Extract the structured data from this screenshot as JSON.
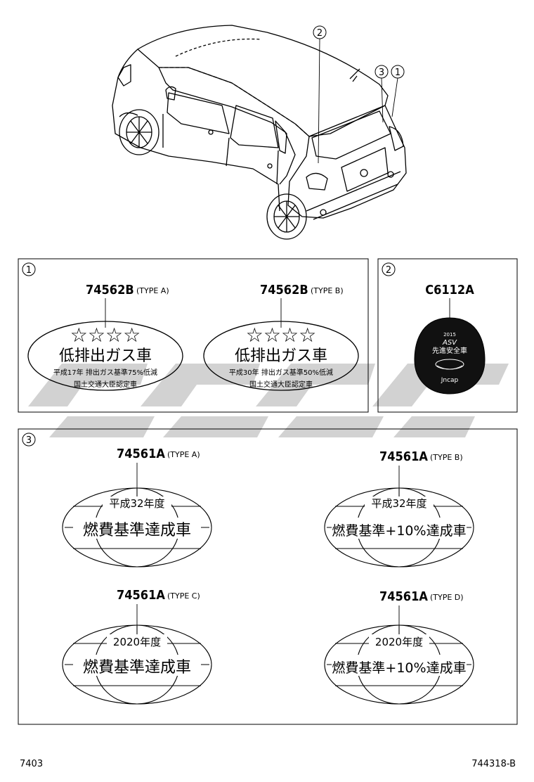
{
  "car": {
    "callouts": [
      "2",
      "3",
      "1"
    ]
  },
  "panels": [
    {
      "id": "1",
      "labels": [
        {
          "code": "74562B",
          "type": "(TYPE A)",
          "stars": "☆☆☆☆",
          "main": "低排出ガス車",
          "line1": "平成17年 排出ガス基準75%低減",
          "line2": "国土交通大臣認定車"
        },
        {
          "code": "74562B",
          "type": "(TYPE B)",
          "stars": "☆☆☆☆",
          "main": "低排出ガス車",
          "line1": "平成30年 排出ガス基準50%低減",
          "line2": "国土交通大臣認定車"
        }
      ]
    },
    {
      "id": "2",
      "labels": [
        {
          "code": "C6112A",
          "type": "",
          "year": "2015",
          "brand": "ASV",
          "main": "先進安全車",
          "sub": "Jncap"
        }
      ]
    },
    {
      "id": "3",
      "labels": [
        {
          "code": "74561A",
          "type": "(TYPE A)",
          "year": "平成32年度",
          "main": "燃費基準達成車"
        },
        {
          "code": "74561A",
          "type": "(TYPE B)",
          "year": "平成32年度",
          "main": "燃費基準+10%達成車"
        },
        {
          "code": "74561A",
          "type": "(TYPE C)",
          "year": "2020年度",
          "main": "燃費基準達成車"
        },
        {
          "code": "74561A",
          "type": "(TYPE D)",
          "year": "2020年度",
          "main": "燃費基準+10%達成車"
        }
      ]
    }
  ],
  "watermark_color": "#d2d2d2",
  "footer": {
    "left": "7403",
    "right": "744318-B"
  }
}
